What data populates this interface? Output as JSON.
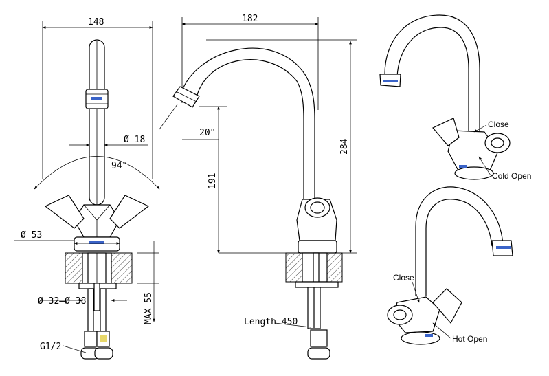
{
  "front_view": {
    "width_dim": "148",
    "spout_dia": "Ø 18",
    "angle": "94°",
    "base_dia": "Ø 53",
    "hole_dia": "Ø 32–Ø 38",
    "max_thickness": "MAX 55",
    "thread": "G1/2"
  },
  "side_view": {
    "reach_dim": "182",
    "height_dim": "284",
    "outlet_height": "191",
    "tilt_angle": "20°",
    "hose_length": "Length 450"
  },
  "cold_view": {
    "close_label": "Close",
    "open_label": "Cold  Open"
  },
  "hot_view": {
    "close_label": "Close",
    "open_label": "Hot  Open"
  },
  "colors": {
    "line": "#000000",
    "marker_blue": "#3a63c8",
    "marker_yellow": "#e8d86a"
  }
}
